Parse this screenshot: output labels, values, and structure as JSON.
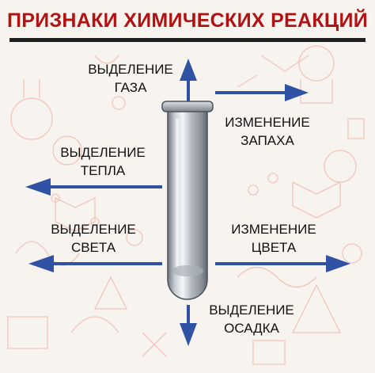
{
  "title": "ПРИЗНАКИ ХИМИЧЕСКИХ РЕАКЦИЙ",
  "colors": {
    "title": "#b31212",
    "arrow": "#2f52a5",
    "background": "#f7f3ee",
    "sketch": "#f2b5aa"
  },
  "signs": [
    {
      "key": "gas",
      "line1": "ВЫДЕЛЕНИЕ",
      "line2": "ГАЗА"
    },
    {
      "key": "smell",
      "line1": "ИЗМЕНЕНИЕ",
      "line2": "ЗАПАХА"
    },
    {
      "key": "heat",
      "line1": "ВЫДЕЛЕНИЕ",
      "line2": "ТЕПЛА"
    },
    {
      "key": "light",
      "line1": "ВЫДЕЛЕНИЕ",
      "line2": "СВЕТА"
    },
    {
      "key": "color",
      "line1": "ИЗМЕНЕНИЕ",
      "line2": "ЦВЕТА"
    },
    {
      "key": "precipitate",
      "line1": "ВЫДЕЛЕНИЕ",
      "line2": "ОСАДКА"
    }
  ]
}
